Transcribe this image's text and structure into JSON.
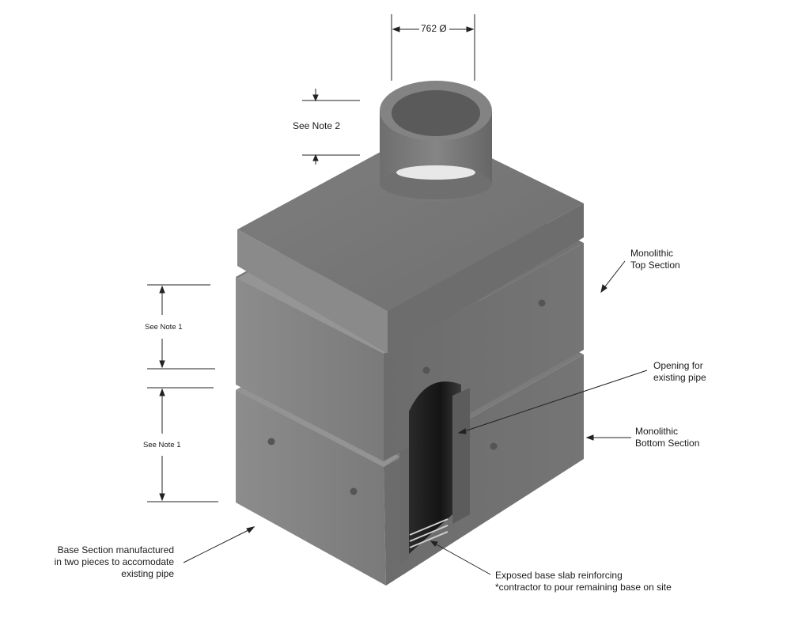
{
  "dimensions": {
    "diameter": "762 Ø",
    "note2": "See Note 2",
    "note1_upper": "See Note 1",
    "note1_lower": "See Note 1"
  },
  "callouts": {
    "top_section": [
      "Monolithic",
      "Top Section"
    ],
    "opening": [
      "Opening for",
      "existing pipe"
    ],
    "bottom_section": [
      "Monolithic",
      "Bottom Section"
    ],
    "base_section": [
      "Base Section manufactured",
      "in two pieces to accomodate",
      "existing pipe"
    ],
    "reinforcing": [
      "Exposed base slab reinforcing",
      "*contractor to pour remaining base on site"
    ]
  },
  "colors": {
    "concrete_top": "#787878",
    "concrete_left": "#858585",
    "concrete_right": "#6a6a6a",
    "opening_dark": "#1e1e1e",
    "line": "#222222"
  }
}
